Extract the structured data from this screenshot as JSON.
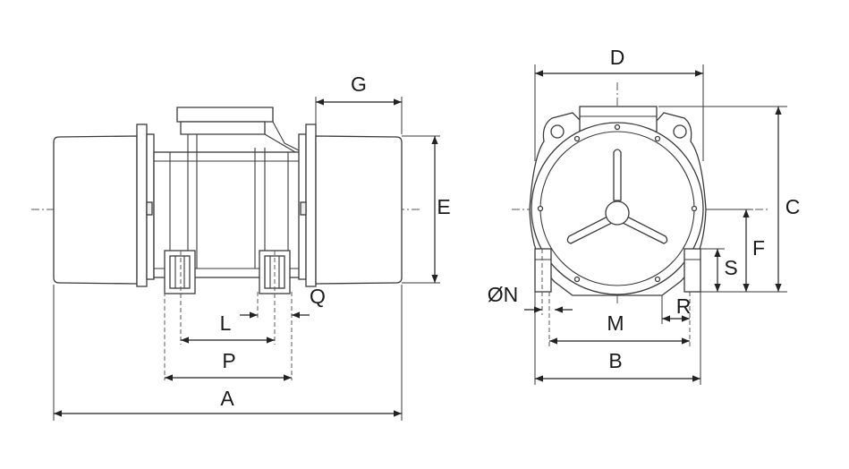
{
  "dimension_labels": {
    "A": "A",
    "B": "B",
    "C": "C",
    "D": "D",
    "E": "E",
    "F": "F",
    "G": "G",
    "L": "L",
    "M": "M",
    "N": "ØN",
    "P": "P",
    "Q": "Q",
    "R": "R",
    "S": "S"
  },
  "colors": {
    "line": "#3a3a3a",
    "dimension_line": "#222222",
    "text": "#1a1a1a",
    "background": "#ffffff"
  }
}
